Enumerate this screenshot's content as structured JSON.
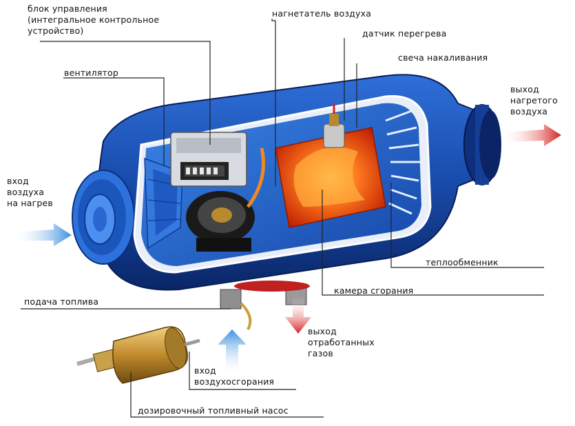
{
  "labels": {
    "control_unit": "блок управления\n(интегральное контрольное\nустройство)",
    "air_blower": "нагнетатель воздуха",
    "overheat_sensor": "датчик перегрева",
    "glow_plug": "свеча накаливания",
    "fan": "вентилятор",
    "hot_air_outlet": "выход\nнагретого\nвоздуха",
    "air_inlet": "вход\nвоздуха\nна нагрев",
    "heat_exchanger": "теплообменник",
    "combustion_chamber": "камера сгорания",
    "fuel_supply": "подача топлива",
    "exhaust_outlet": "выход\nотработанных\nгазов",
    "combustion_air_inlet": "вход\nвоздухосгорания",
    "dosing_pump": "дозировочный топливный насос"
  },
  "colors": {
    "housing_dark": "#0b2f7a",
    "housing_mid": "#1d5fc4",
    "housing_light": "#4d8ff0",
    "flame": "#f04a10",
    "pump_brass": "#c89a3a",
    "arrow_hot": "#d62020",
    "arrow_cold": "#3a8fe0"
  }
}
